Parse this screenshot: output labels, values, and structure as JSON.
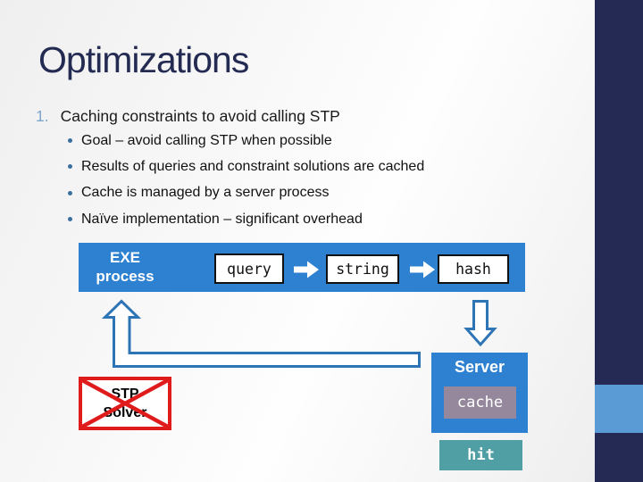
{
  "slide": {
    "title": "Optimizations",
    "list": {
      "number": "1.",
      "heading": "Caching constraints to avoid calling STP",
      "bullets": [
        "Goal – avoid calling STP when possible",
        "Results of queries and constraint solutions are cached",
        "Cache is managed by a server process",
        "Naïve implementation – significant overhead"
      ]
    },
    "diagram": {
      "exe_line1": "EXE",
      "exe_line2": "process",
      "query": "query",
      "string": "string",
      "hash": "hash",
      "server": "Server",
      "cache": "cache",
      "stp_line1": "STP",
      "stp_line2": "Solver",
      "hit": "hit"
    },
    "colors": {
      "banner_blue": "#2e80d0",
      "arrow_blue": "#2e75b6",
      "navy": "#252a54",
      "accent_square": "#5b9bd5",
      "teal": "#4f9fa4",
      "cache_gray": "#96889c",
      "red": "#e01b1b",
      "title_navy": "#242b52",
      "number_blue": "#7da6cb",
      "bullet_blue": "#3a6f9e"
    }
  }
}
